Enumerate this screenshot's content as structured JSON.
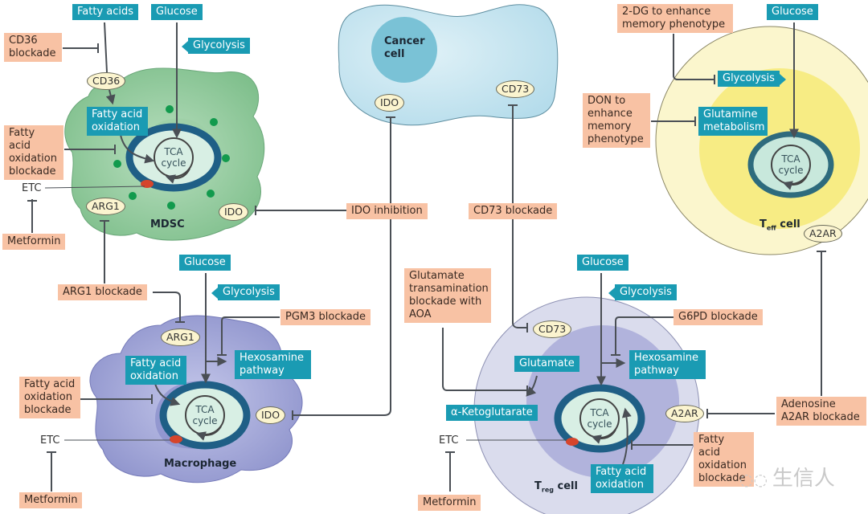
{
  "cells": {
    "mdsc": {
      "name": "MDSC",
      "color": "#8cc69a"
    },
    "macrophage": {
      "name": "Macrophage",
      "color": "#a7acd9"
    },
    "cancer": {
      "name_line1": "Cancer",
      "name_line2": "cell",
      "color": "#bfe3ee"
    },
    "treg": {
      "name_main": "T",
      "name_sub": "reg",
      "name_rest": " cell",
      "color": "#d7d9ee"
    },
    "teff": {
      "name_main": "T",
      "name_sub": "eff",
      "name_rest": " cell",
      "color": "#fbf6c9"
    }
  },
  "tca": {
    "line1": "TCA",
    "line2": "cycle"
  },
  "mdsc": {
    "fatty_acids": "Fatty acids",
    "glucose": "Glucose",
    "glycolysis": "Glycolysis",
    "cd36_blockade": "CD36 blockade",
    "cd36": "CD36",
    "fao": "Fatty acid oxidation",
    "fao_blockade": "Fatty acid oxidation blockade",
    "etc": "ETC",
    "arg1": "ARG1",
    "ido": "IDO",
    "metformin": "Metformin"
  },
  "cancer": {
    "ido": "IDO",
    "cd73": "CD73"
  },
  "center": {
    "ido_inhibition": "IDO inhibition",
    "cd73_blockade": "CD73 blockade"
  },
  "macrophage": {
    "glucose": "Glucose",
    "arg1_blockade": "ARG1 blockade",
    "glycolysis": "Glycolysis",
    "pgm3_blockade": "PGM3 blockade",
    "arg1": "ARG1",
    "hexosamine": "Hexosamine pathway",
    "fao": "Fatty acid oxidation",
    "fao_blockade": "Fatty acid oxidation blockade",
    "ido": "IDO",
    "etc": "ETC",
    "metformin": "Metformin"
  },
  "teff": {
    "twodg": "2-DG to enhance memory phenotype",
    "glucose": "Glucose",
    "glycolysis": "Glycolysis",
    "don": "DON to enhance memory phenotype",
    "glutamine": "Glutamine metabolism",
    "a2ar": "A2AR"
  },
  "treg": {
    "glutamate_blockade": "Glutamate transamination blockade with AOA",
    "glucose": "Glucose",
    "glycolysis": "Glycolysis",
    "g6pd_blockade": "G6PD blockade",
    "cd73": "CD73",
    "glutamate": "Glutamate",
    "hexosamine": "Hexosamine pathway",
    "aketo": "α-Ketoglutarate",
    "a2ar": "A2AR",
    "adenosine_blockade": "Adenosine A2AR blockade",
    "etc": "ETC",
    "fao_blockade": "Fatty acid oxidation blockade",
    "fao": "Fatty acid oxidation",
    "metformin": "Metformin"
  },
  "watermark": "生信人",
  "colors": {
    "drug_box": "#f8c2a4",
    "pathway_box": "#1a9bb3",
    "line": "#4a4f55",
    "mito_outer": "#1f5f86",
    "mito_inner": "#d8efe4"
  }
}
